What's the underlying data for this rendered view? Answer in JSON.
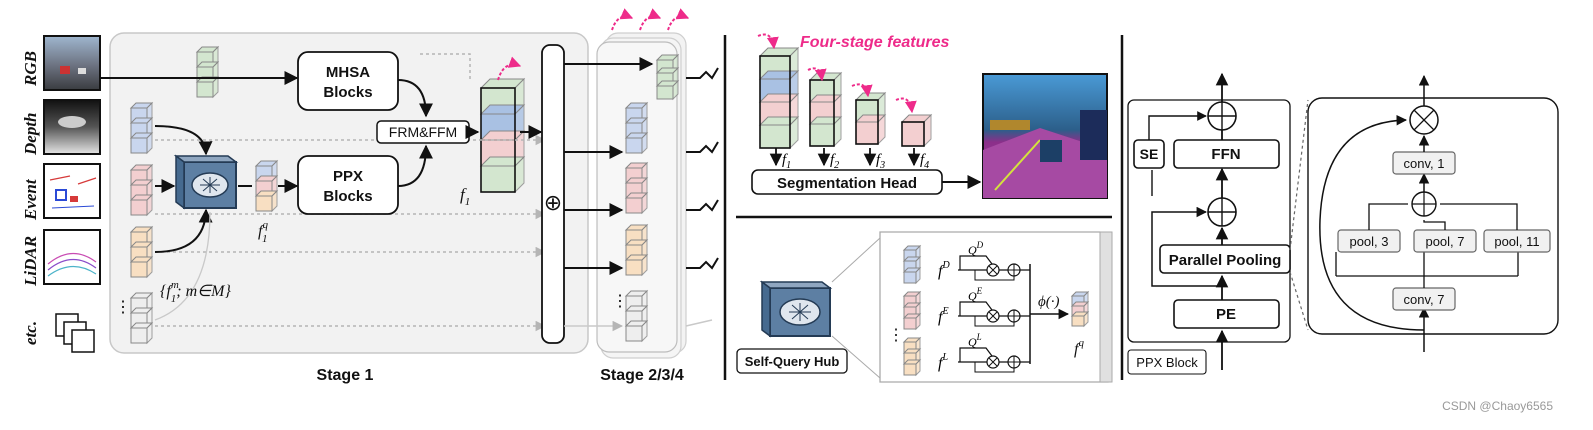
{
  "modalities": {
    "rgb": "RGB",
    "depth": "Depth",
    "event": "Event",
    "lidar": "LiDAR",
    "etc": "etc."
  },
  "stage1": {
    "mhsa_line1": "MHSA",
    "mhsa_line2": "Blocks",
    "ppx_line1": "PPX",
    "ppx_line2": "Blocks",
    "frm": "FRM&FFM",
    "f1": "f",
    "f1_sub": "1",
    "f1q": "f",
    "f1q_sup": "q",
    "f1q_sub": "1",
    "set_label": "{f",
    "set_label_sup": "m",
    "set_label_sub": "1",
    "set_label_rest": "; m∈M}",
    "oplus": "⊕",
    "caption": "Stage 1"
  },
  "stage234": {
    "caption": "Stage 2/3/4"
  },
  "decoder": {
    "title": "Four-stage features",
    "f_labels": [
      "f1",
      "f2",
      "f3",
      "f4"
    ],
    "seg_head": "Segmentation Head"
  },
  "hub": {
    "label": "Self-Query Hub",
    "fD": "f",
    "fD_sup": "D",
    "fE": "f",
    "fE_sup": "E",
    "fL": "f",
    "fL_sup": "L",
    "qD": "Q",
    "qD_sup": "D",
    "qE": "Q",
    "qE_sup": "E",
    "qL": "Q",
    "qL_sup": "L",
    "phi": "ϕ(·)",
    "fq": "f",
    "fq_sup": "q"
  },
  "ppx": {
    "se": "SE",
    "ffn": "FFN",
    "parallel_pooling": "Parallel Pooling",
    "pe": "PE",
    "caption": "PPX Block",
    "conv1": "conv, 1",
    "pool3": "pool, 3",
    "pool7": "pool, 7",
    "pool11": "pool, 11",
    "conv7": "conv, 7"
  },
  "watermark": "CSDN @Chaoy6565",
  "colors": {
    "green": "#d3e6cf",
    "blue": "#c9d6ee",
    "pink": "#f3cfd0",
    "peach": "#f8dfc2",
    "gray": "#eeeeee",
    "magenta": "#ee2b8a",
    "hub_blue": "#5d7fa3"
  }
}
